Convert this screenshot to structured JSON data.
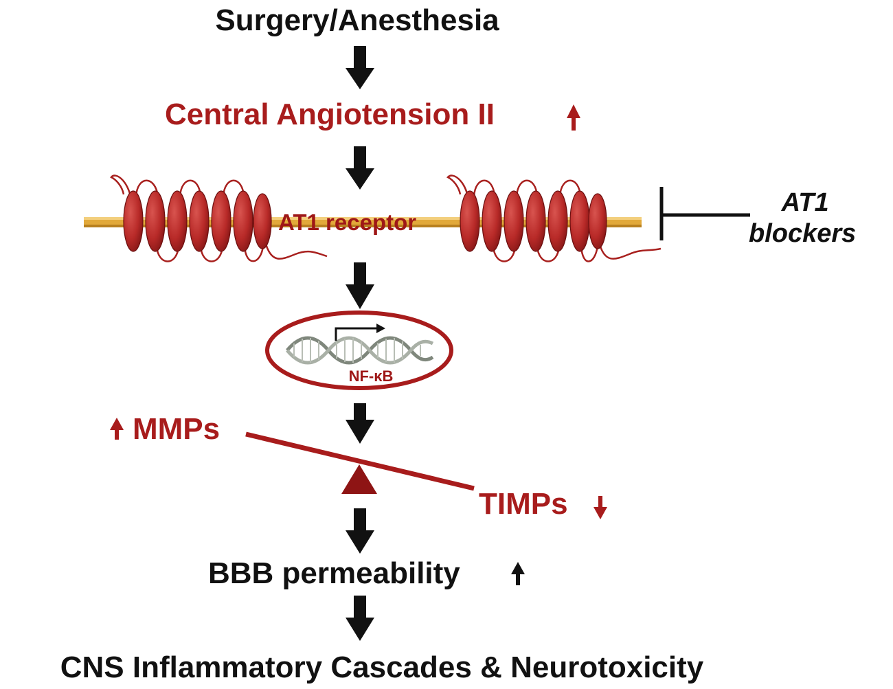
{
  "diagram": {
    "title": "Surgery/Anesthesia",
    "step_angiotensin": "Central Angiotension II",
    "receptor_label": "AT1 receptor",
    "blockers": {
      "line1": "AT1",
      "line2": "blockers"
    },
    "nucleus_label": "NF-κB",
    "balance": {
      "left_label": "MMPs",
      "right_label": "TIMPs"
    },
    "step_bbb": "BBB permeability",
    "outcome": "CNS Inflammatory Cascades & Neurotoxicity"
  },
  "colors": {
    "accent_red": "#a81c1c",
    "membrane_gold": "#e2a93a",
    "text_dark": "#111111"
  },
  "icons": [
    "down-arrow-icon",
    "up-arrow-icon",
    "inhibition-bar-icon",
    "dna-helix-icon",
    "transcription-arrow-icon",
    "fulcrum-triangle-icon"
  ]
}
